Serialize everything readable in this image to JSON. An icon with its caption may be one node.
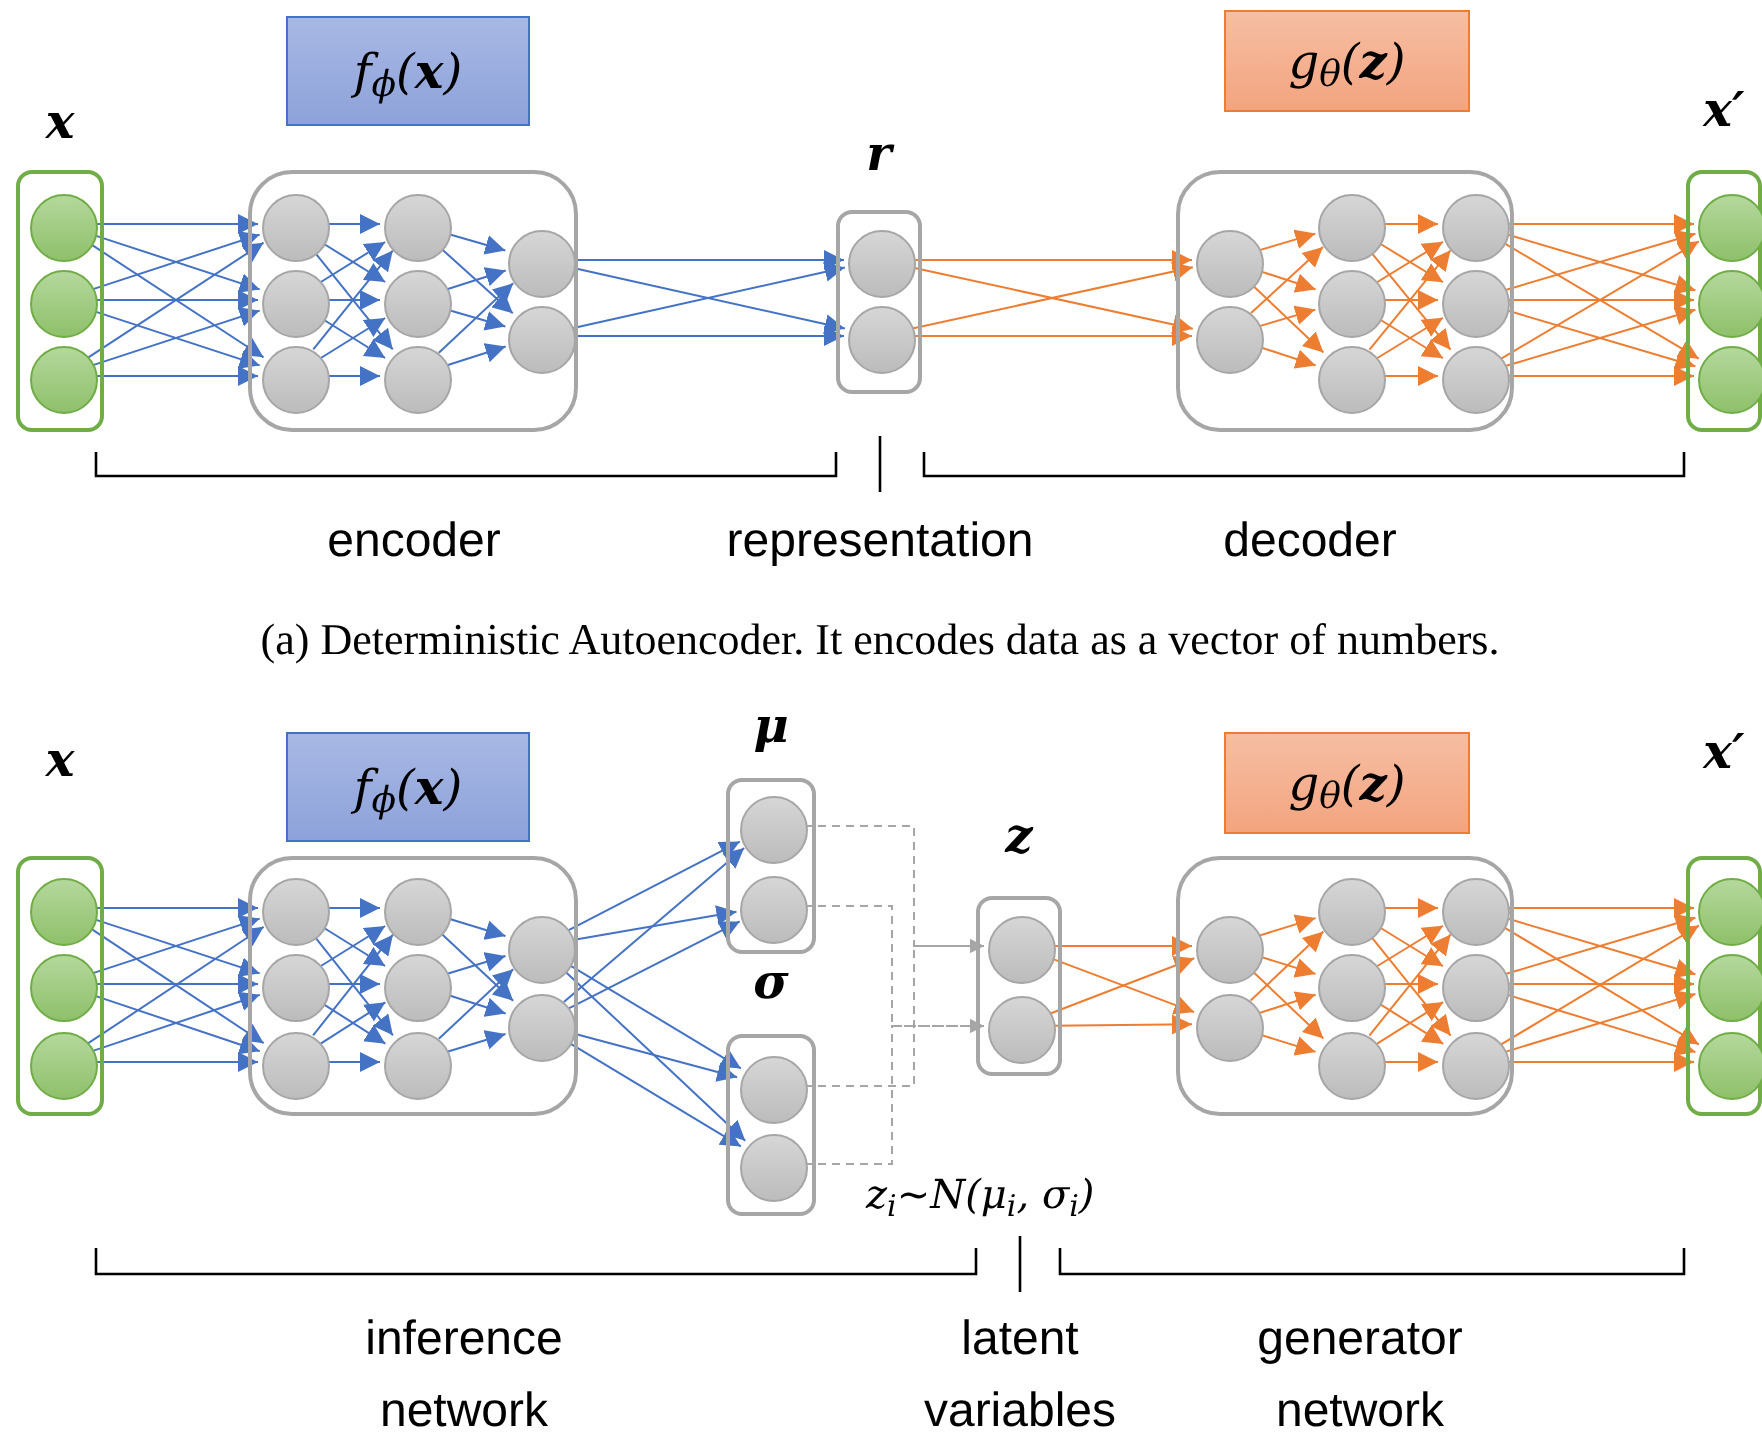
{
  "diagram": {
    "nodes": [
      {
        "text": [
          "x"
        ]
      },
      {
        "text": [],
        "shape": "circle",
        "in": 0
      },
      {
        "text": [],
        "shape": "circle",
        "in": 0
      },
      {
        "text": [],
        "shape": "circle",
        "in": 0
      },
      {
        "text": [
          "f$_{ϕ}$(**x**)"
        ]
      },
      {
        "text": [],
        "shape": "box"
      },
      {
        "text": [],
        "shape": "circle",
        "in": 5
      },
      {
        "text": [],
        "shape": "circle",
        "in": 5
      },
      {
        "text": [],
        "shape": "circle",
        "in": 5
      },
      {
        "text": [],
        "shape": "circle",
        "in": 5
      },
      {
        "text": [],
        "shape": "circle",
        "in": 5
      },
      {
        "text": [],
        "shape": "circle",
        "in": 5
      },
      {
        "text": [],
        "shape": "circle",
        "in": 5
      },
      {
        "text": [],
        "shape": "circle",
        "in": 5
      },
      {
        "text": [
          "r"
        ]
      },
      {
        "text": [],
        "shape": "circle",
        "in": 14
      },
      {
        "text": [],
        "shape": "circle",
        "in": 14
      },
      {
        "text": [
          "g$_{θ}$(**z**)"
        ]
      },
      {
        "text": [],
        "shape": "box"
      },
      {
        "text": [],
        "shape": "circle",
        "in": 18
      },
      {
        "text": [],
        "shape": "circle",
        "in": 18
      },
      {
        "text": [],
        "shape": "circle",
        "in": 18
      },
      {
        "text": [],
        "shape": "circle",
        "in": 18
      },
      {
        "text": [],
        "shape": "circle",
        "in": 18
      },
      {
        "text": [],
        "shape": "circle",
        "in": 18
      },
      {
        "text": [],
        "shape": "circle",
        "in": 18
      },
      {
        "text": [],
        "shape": "circle",
        "in": 18
      },
      {
        "text": [
          "x′"
        ]
      },
      {
        "text": [],
        "shape": "circle",
        "in": 27
      },
      {
        "text": [],
        "shape": "circle",
        "in": 27
      },
      {
        "text": [],
        "shape": "circle",
        "in": 27
      },
      {
        "text": [
          "x"
        ]
      },
      {
        "text": [],
        "shape": "circle",
        "in": 31
      },
      {
        "text": [],
        "shape": "circle",
        "in": 31
      },
      {
        "text": [],
        "shape": "circle",
        "in": 31
      },
      {
        "text": [
          "f$_{ϕ}$(**x**)"
        ]
      },
      {
        "text": [],
        "shape": "box"
      },
      {
        "text": [],
        "shape": "circle",
        "in": 36
      },
      {
        "text": [],
        "shape": "circle",
        "in": 36
      },
      {
        "text": [],
        "shape": "circle",
        "in": 36
      },
      {
        "text": [],
        "shape": "circle",
        "in": 36
      },
      {
        "text": [],
        "shape": "circle",
        "in": 36
      },
      {
        "text": [],
        "shape": "circle",
        "in": 36
      },
      {
        "text": [],
        "shape": "circle",
        "in": 36
      },
      {
        "text": [],
        "shape": "circle",
        "in": 36
      },
      {
        "text": [
          "μ"
        ]
      },
      {
        "text": [],
        "shape": "circle",
        "in": 45
      },
      {
        "text": [],
        "shape": "circle",
        "in": 45
      },
      {
        "text": [
          "σ"
        ]
      },
      {
        "text": [],
        "shape": "circle",
        "in": 48
      },
      {
        "text": [],
        "shape": "circle",
        "in": 48
      },
      {
        "text": [
          "z"
        ]
      },
      {
        "text": [],
        "shape": "circle",
        "in": 51
      },
      {
        "text": [],
        "shape": "circle",
        "in": 51
      },
      {
        "text": [
          "g$_{θ}$(**z**)"
        ]
      },
      {
        "text": [],
        "shape": "box"
      },
      {
        "text": [],
        "shape": "circle",
        "in": 55
      },
      {
        "text": [],
        "shape": "circle",
        "in": 55
      },
      {
        "text": [],
        "shape": "circle",
        "in": 55
      },
      {
        "text": [],
        "shape": "circle",
        "in": 55
      },
      {
        "text": [],
        "shape": "circle",
        "in": 55
      },
      {
        "text": [],
        "shape": "circle",
        "in": 55
      },
      {
        "text": [],
        "shape": "circle",
        "in": 55
      },
      {
        "text": [],
        "shape": "circle",
        "in": 55
      },
      {
        "text": [
          "x′"
        ]
      },
      {
        "text": [],
        "shape": "circle",
        "in": 64
      },
      {
        "text": [],
        "shape": "circle",
        "in": 64
      },
      {
        "text": [],
        "shape": "circle",
        "in": 64
      }
    ],
    "edges": [
      {
        "from": 1,
        "to": 6,
        "arrow": "to"
      },
      {
        "from": 1,
        "to": 7,
        "arrow": "to"
      },
      {
        "from": 1,
        "to": 8,
        "arrow": "to"
      },
      {
        "from": 2,
        "to": 6,
        "arrow": "to"
      },
      {
        "from": 2,
        "to": 7,
        "arrow": "to"
      },
      {
        "from": 2,
        "to": 8,
        "arrow": "to"
      },
      {
        "from": 3,
        "to": 6,
        "arrow": "to"
      },
      {
        "from": 3,
        "to": 7,
        "arrow": "to"
      },
      {
        "from": 3,
        "to": 8,
        "arrow": "to"
      },
      {
        "from": 6,
        "to": 9,
        "arrow": "to"
      },
      {
        "from": 6,
        "to": 10,
        "arrow": "to"
      },
      {
        "from": 6,
        "to": 11,
        "arrow": "to"
      },
      {
        "from": 7,
        "to": 9,
        "arrow": "to"
      },
      {
        "from": 7,
        "to": 10,
        "arrow": "to"
      },
      {
        "from": 7,
        "to": 11,
        "arrow": "to"
      },
      {
        "from": 8,
        "to": 9,
        "arrow": "to"
      },
      {
        "from": 8,
        "to": 10,
        "arrow": "to"
      },
      {
        "from": 8,
        "to": 11,
        "arrow": "to"
      },
      {
        "from": 9,
        "to": 12,
        "arrow": "to"
      },
      {
        "from": 9,
        "to": 13,
        "arrow": "to"
      },
      {
        "from": 10,
        "to": 12,
        "arrow": "to"
      },
      {
        "from": 10,
        "to": 13,
        "arrow": "to"
      },
      {
        "from": 11,
        "to": 12,
        "arrow": "to"
      },
      {
        "from": 11,
        "to": 13,
        "arrow": "to"
      },
      {
        "from": 12,
        "to": 15,
        "arrow": "to"
      },
      {
        "from": 12,
        "to": 16,
        "arrow": "to"
      },
      {
        "from": 13,
        "to": 15,
        "arrow": "to"
      },
      {
        "from": 13,
        "to": 16,
        "arrow": "to"
      },
      {
        "from": 15,
        "to": 19,
        "arrow": "to",
        "color": "#ed7d31"
      },
      {
        "from": 15,
        "to": 20,
        "arrow": "to",
        "color": "#ed7d31"
      },
      {
        "from": 16,
        "to": 19,
        "arrow": "to",
        "color": "#ed7d31"
      },
      {
        "from": 16,
        "to": 20,
        "arrow": "to",
        "color": "#ed7d31"
      },
      {
        "from": 19,
        "to": 21,
        "arrow": "to",
        "color": "#ed7d31"
      },
      {
        "from": 19,
        "to": 22,
        "arrow": "to",
        "color": "#ed7d31"
      },
      {
        "from": 19,
        "to": 23,
        "arrow": "to",
        "color": "#ed7d31"
      },
      {
        "from": 20,
        "to": 21,
        "arrow": "to",
        "color": "#ed7d31"
      },
      {
        "from": 20,
        "to": 22,
        "arrow": "to",
        "color": "#ed7d31"
      },
      {
        "from": 20,
        "to": 23,
        "arrow": "to",
        "color": "#ed7d31"
      },
      {
        "from": 21,
        "to": 24,
        "arrow": "to",
        "color": "#ed7d31"
      },
      {
        "from": 21,
        "to": 25,
        "arrow": "to",
        "color": "#ed7d31"
      },
      {
        "from": 21,
        "to": 26,
        "arrow": "to",
        "color": "#ed7d31"
      },
      {
        "from": 22,
        "to": 24,
        "arrow": "to",
        "color": "#ed7d31"
      },
      {
        "from": 22,
        "to": 25,
        "arrow": "to",
        "color": "#ed7d31"
      },
      {
        "from": 22,
        "to": 26,
        "arrow": "to",
        "color": "#ed7d31"
      },
      {
        "from": 23,
        "to": 24,
        "arrow": "to",
        "color": "#ed7d31"
      },
      {
        "from": 23,
        "to": 25,
        "arrow": "to",
        "color": "#ed7d31"
      },
      {
        "from": 23,
        "to": 26,
        "arrow": "to",
        "color": "#ed7d31"
      },
      {
        "from": 24,
        "to": 28,
        "arrow": "to",
        "color": "#ed7d31"
      },
      {
        "from": 24,
        "to": 29,
        "arrow": "to",
        "color": "#ed7d31"
      },
      {
        "from": 24,
        "to": 30,
        "arrow": "to",
        "color": "#ed7d31"
      },
      {
        "from": 25,
        "to": 28,
        "arrow": "to",
        "color": "#ed7d31"
      },
      {
        "from": 25,
        "to": 29,
        "arrow": "to",
        "color": "#ed7d31"
      },
      {
        "from": 25,
        "to": 30,
        "arrow": "to",
        "color": "#ed7d31"
      },
      {
        "from": 26,
        "to": 28,
        "arrow": "to",
        "color": "#ed7d31"
      },
      {
        "from": 26,
        "to": 29,
        "arrow": "to",
        "color": "#ed7d31"
      },
      {
        "from": 26,
        "to": 30,
        "arrow": "to",
        "color": "#ed7d31"
      },
      {
        "from": 32,
        "to": 37,
        "arrow": "to"
      },
      {
        "from": 32,
        "to": 38,
        "arrow": "to"
      },
      {
        "from": 32,
        "to": 39,
        "arrow": "to"
      },
      {
        "from": 33,
        "to": 37,
        "arrow": "to"
      },
      {
        "from": 33,
        "to": 38,
        "arrow": "to"
      },
      {
        "from": 33,
        "to": 39,
        "arrow": "to"
      },
      {
        "from": 34,
        "to": 37,
        "arrow": "to"
      },
      {
        "from": 34,
        "to": 38,
        "arrow": "to"
      },
      {
        "from": 34,
        "to": 39,
        "arrow": "to"
      },
      {
        "from": 37,
        "to": 40,
        "arrow": "to"
      },
      {
        "from": 37,
        "to": 41,
        "arrow": "to"
      },
      {
        "from": 37,
        "to": 42,
        "arrow": "to"
      },
      {
        "from": 38,
        "to": 40,
        "arrow": "to"
      },
      {
        "from": 38,
        "to": 41,
        "arrow": "to"
      },
      {
        "from": 38,
        "to": 42,
        "arrow": "to"
      },
      {
        "from": 39,
        "to": 40,
        "arrow": "to"
      },
      {
        "from": 39,
        "to": 41,
        "arrow": "to"
      },
      {
        "from": 39,
        "to": 42,
        "arrow": "to"
      },
      {
        "from": 40,
        "to": 43,
        "arrow": "to"
      },
      {
        "from": 40,
        "to": 44,
        "arrow": "to"
      },
      {
        "from": 41,
        "to": 43,
        "arrow": "to"
      },
      {
        "from": 41,
        "to": 44,
        "arrow": "to"
      },
      {
        "from": 42,
        "to": 43,
        "arrow": "to"
      },
      {
        "from": 42,
        "to": 44,
        "arrow": "to"
      },
      {
        "from": 43,
        "to": 46,
        "arrow": "to"
      },
      {
        "from": 43,
        "to": 47,
        "arrow": "to"
      },
      {
        "from": 44,
        "to": 46,
        "arrow": "to"
      },
      {
        "from": 44,
        "to": 47,
        "arrow": "to"
      },
      {
        "from": 43,
        "to": 49,
        "arrow": "to"
      },
      {
        "from": 43,
        "to": 50,
        "arrow": "to"
      },
      {
        "from": 44,
        "to": 49,
        "arrow": "to"
      },
      {
        "from": 44,
        "to": 50,
        "arrow": "to"
      },
      {
        "from": 46,
        "to": 52,
        "arrow": "to",
        "style": "dashed",
        "color": "#a6a6a6"
      },
      {
        "from": 49,
        "to": 52,
        "arrow": "to",
        "style": "dashed",
        "color": "#a6a6a6"
      },
      {
        "from": 47,
        "to": 53,
        "arrow": "to",
        "style": "dashed",
        "color": "#a6a6a6"
      },
      {
        "from": 50,
        "to": 53,
        "arrow": "to",
        "style": "dashed",
        "color": "#a6a6a6"
      },
      {
        "from": 52,
        "to": 56,
        "arrow": "to",
        "color": "#ed7d31"
      },
      {
        "from": 52,
        "to": 57,
        "arrow": "to",
        "color": "#ed7d31"
      },
      {
        "from": 53,
        "to": 56,
        "arrow": "to",
        "color": "#ed7d31"
      },
      {
        "from": 53,
        "to": 57,
        "arrow": "to",
        "color": "#ed7d31"
      },
      {
        "from": 56,
        "to": 58,
        "arrow": "to",
        "color": "#ed7d31"
      },
      {
        "from": 56,
        "to": 59,
        "arrow": "to",
        "color": "#ed7d31"
      },
      {
        "from": 56,
        "to": 60,
        "arrow": "to",
        "color": "#ed7d31"
      },
      {
        "from": 57,
        "to": 58,
        "arrow": "to",
        "color": "#ed7d31"
      },
      {
        "from": 57,
        "to": 59,
        "arrow": "to",
        "color": "#ed7d31"
      },
      {
        "from": 57,
        "to": 60,
        "arrow": "to",
        "color": "#ed7d31"
      },
      {
        "from": 58,
        "to": 61,
        "arrow": "to",
        "color": "#ed7d31"
      },
      {
        "from": 58,
        "to": 62,
        "arrow": "to",
        "color": "#ed7d31"
      },
      {
        "from": 58,
        "to": 63,
        "arrow": "to",
        "color": "#ed7d31"
      },
      {
        "from": 59,
        "to": 61,
        "arrow": "to",
        "color": "#ed7d31"
      },
      {
        "from": 59,
        "to": 62,
        "arrow": "to",
        "color": "#ed7d31"
      },
      {
        "from": 59,
        "to": 63,
        "arrow": "to",
        "color": "#ed7d31"
      },
      {
        "from": 60,
        "to": 61,
        "arrow": "to",
        "color": "#ed7d31"
      },
      {
        "from": 60,
        "to": 62,
        "arrow": "to",
        "color": "#ed7d31"
      },
      {
        "from": 60,
        "to": 63,
        "arrow": "to",
        "color": "#ed7d31"
      },
      {
        "from": 61,
        "to": 65,
        "arrow": "to",
        "color": "#ed7d31"
      },
      {
        "from": 61,
        "to": 66,
        "arrow": "to",
        "color": "#ed7d31"
      },
      {
        "from": 61,
        "to": 67,
        "arrow": "to",
        "color": "#ed7d31"
      },
      {
        "from": 62,
        "to": 65,
        "arrow": "to",
        "color": "#ed7d31"
      },
      {
        "from": 62,
        "to": 66,
        "arrow": "to",
        "color": "#ed7d31"
      },
      {
        "from": 62,
        "to": 67,
        "arrow": "to",
        "color": "#ed7d31"
      },
      {
        "from": 63,
        "to": 65,
        "arrow": "to",
        "color": "#ed7d31"
      },
      {
        "from": 63,
        "to": 66,
        "arrow": "to",
        "color": "#ed7d31"
      },
      {
        "from": 63,
        "to": 67,
        "arrow": "to",
        "color": "#ed7d31"
      }
    ],
    "labels": [
      "encoder",
      "representation",
      "decoder",
      "(a) Deterministic Autoencoder. It encodes data as a vector of numbers.",
      "z$_{i}$~N(μ$_{i}$, σ$_{i}$)",
      "inference network",
      "latent variables",
      "generator network"
    ]
  }
}
